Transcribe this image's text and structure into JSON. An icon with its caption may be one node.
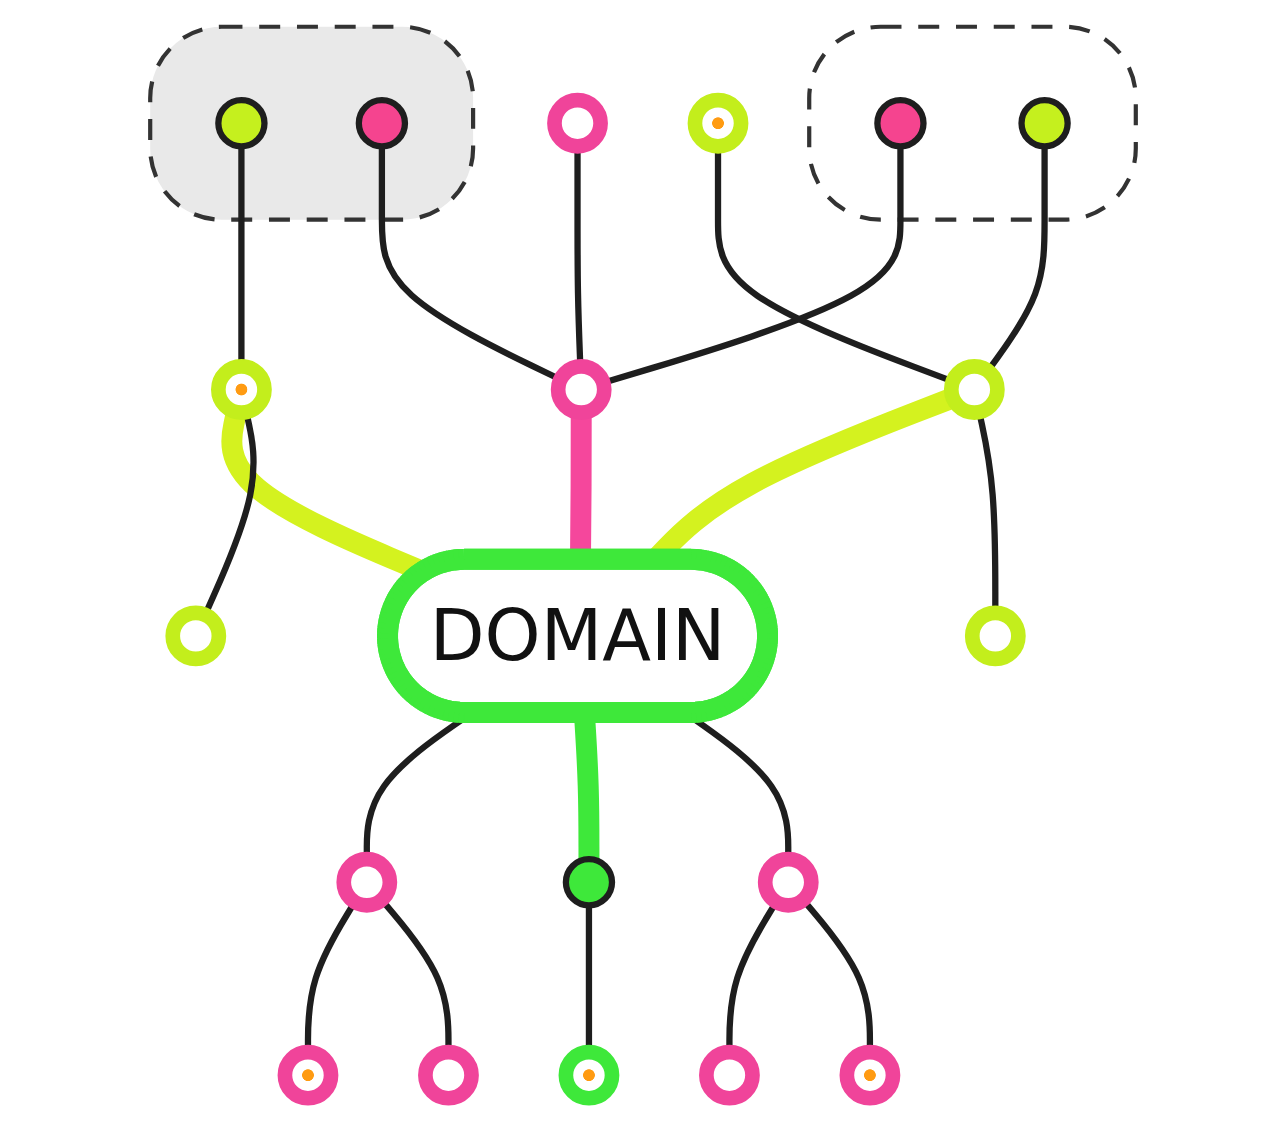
{
  "diagram": {
    "nodes": [
      {
        "text": [],
        "shape": "box"
      },
      {
        "text": [],
        "shape": "box"
      },
      {
        "text": [
          "DOMAIN"
        ]
      },
      {
        "text": [],
        "shape": "circle",
        "in": 0
      },
      {
        "text": [],
        "shape": "circle",
        "in": 0
      },
      {
        "text": [],
        "shape": "circle"
      },
      {
        "text": [],
        "shape": "circle",
        "in": 1
      },
      {
        "text": [],
        "shape": "circle",
        "in": 1
      },
      {
        "text": [],
        "shape": "circle"
      },
      {
        "text": [],
        "shape": "circle"
      },
      {
        "text": [],
        "shape": "circle"
      },
      {
        "text": [],
        "shape": "circle"
      },
      {
        "text": [],
        "shape": "circle"
      },
      {
        "text": [],
        "shape": "circle"
      },
      {
        "text": [],
        "shape": "circle"
      },
      {
        "text": [],
        "shape": "circle"
      },
      {
        "text": [],
        "shape": "circle"
      },
      {
        "text": [],
        "shape": "circle"
      },
      {
        "text": [],
        "shape": "circle"
      },
      {
        "text": [],
        "shape": "circle"
      },
      {
        "text": [],
        "shape": "circle"
      },
      {
        "text": [],
        "shape": "circle"
      }
    ],
    "edges": [
      {
        "from": 3,
        "to": 9,
        "arrow": "none"
      },
      {
        "from": 4,
        "to": 10,
        "arrow": "none"
      },
      {
        "from": 5,
        "to": 10,
        "arrow": "none"
      },
      {
        "from": 6,
        "to": 10,
        "arrow": "none"
      },
      {
        "from": 7,
        "to": 11,
        "arrow": "none"
      },
      {
        "from": 8,
        "to": 11,
        "arrow": "none"
      },
      {
        "from": 9,
        "to": 2,
        "arrow": "none",
        "style": "thick",
        "color": "#d4f21f"
      },
      {
        "from": 10,
        "to": 2,
        "arrow": "none",
        "style": "thick",
        "color": "#f5479c"
      },
      {
        "from": 11,
        "to": 2,
        "arrow": "none",
        "style": "thick",
        "color": "#d4f21f"
      },
      {
        "from": 9,
        "to": 13,
        "arrow": "none"
      },
      {
        "from": 11,
        "to": 12,
        "arrow": "none"
      },
      {
        "from": 2,
        "to": 15,
        "arrow": "none"
      },
      {
        "from": 2,
        "to": 19,
        "arrow": "none",
        "style": "thick",
        "color": "#3ee83a"
      },
      {
        "from": 2,
        "to": 18,
        "arrow": "none"
      },
      {
        "from": 15,
        "to": 16,
        "arrow": "none"
      },
      {
        "from": 15,
        "to": 17,
        "arrow": "none"
      },
      {
        "from": 19,
        "to": 21,
        "arrow": "none"
      },
      {
        "from": 18,
        "to": 14,
        "arrow": "none"
      },
      {
        "from": 18,
        "to": 20,
        "arrow": "none"
      }
    ]
  }
}
